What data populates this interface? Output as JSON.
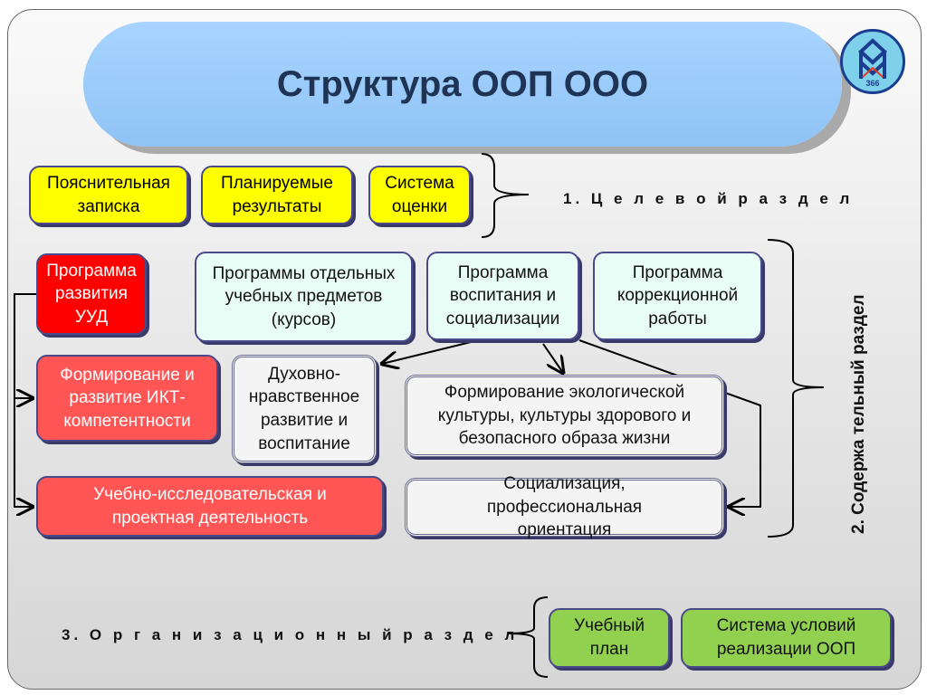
{
  "title": "Структура ООП ООО",
  "logo_text": "366",
  "section1": {
    "label": "1. Ц е л е в о й   р а з д е л",
    "items": [
      "Пояснительная записка",
      "Планируемые результаты",
      "Система оценки"
    ]
  },
  "section2": {
    "label": "2. Содержа тельный  раздел",
    "items": [
      "Программа развития УУД",
      "Программы отдельных  учебных предметов (курсов)",
      "Программа воспитания и социализации",
      "Программа коррекционной работы",
      "Формирование и развитие ИКТ-компетентности",
      "Духовно-нравственное развитие и воспитание",
      "Формирование экологической культуры, культуры здорового и безопасного образа жизни",
      "Учебно-исследовательская и проектная  деятельность",
      "Социализация, профессиональная ориентация"
    ]
  },
  "section3": {
    "label": "3. О р г а н и з а ц и о н н ы й   р а з д е л",
    "items": [
      "Учебный план",
      "Система условий реализации ООП"
    ]
  }
}
